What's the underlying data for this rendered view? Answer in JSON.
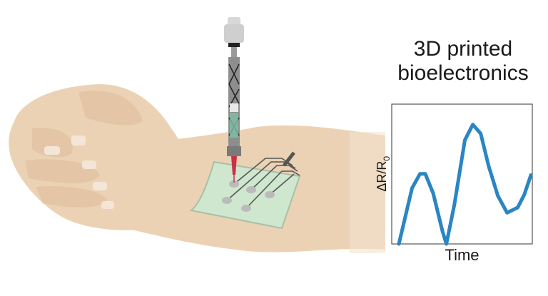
{
  "figure": {
    "title_line1": "3D printed",
    "title_line2": "bioelectronics",
    "illustration": {
      "subject": "fist-and-forearm",
      "printer": "3d-bioprinter-nozzle",
      "device": "printed-electrode-patch",
      "electrode_count": 5
    },
    "colors": {
      "skin": "#ecd2b4",
      "skin_shadow": "#dcbd9c",
      "patch": "#cfe6cf",
      "patch_edge": "#aabfa8",
      "trace": "#555555",
      "nozzle_tip": "#c9304a",
      "line": "#2a85c5"
    }
  },
  "chart_data": {
    "type": "line",
    "title": "",
    "xlabel": "Time",
    "ylabel": "ΔR/R0",
    "ylabel_main": "ΔR/R",
    "ylabel_sub": "0",
    "grid": false,
    "legend": null,
    "x": [
      0,
      0.1,
      0.16,
      0.2,
      0.26,
      0.33,
      0.36,
      0.42,
      0.5,
      0.56,
      0.62,
      0.68,
      0.75,
      0.82,
      0.9,
      0.95,
      1.0
    ],
    "series": [
      {
        "name": "ΔR/R0",
        "color": "#2a85c5",
        "values": [
          0.0,
          0.43,
          0.54,
          0.54,
          0.39,
          0.1,
          0.0,
          0.3,
          0.8,
          0.92,
          0.85,
          0.6,
          0.37,
          0.24,
          0.28,
          0.38,
          0.53
        ]
      }
    ],
    "xlim": [
      0,
      1
    ],
    "ylim": [
      0,
      1
    ]
  }
}
